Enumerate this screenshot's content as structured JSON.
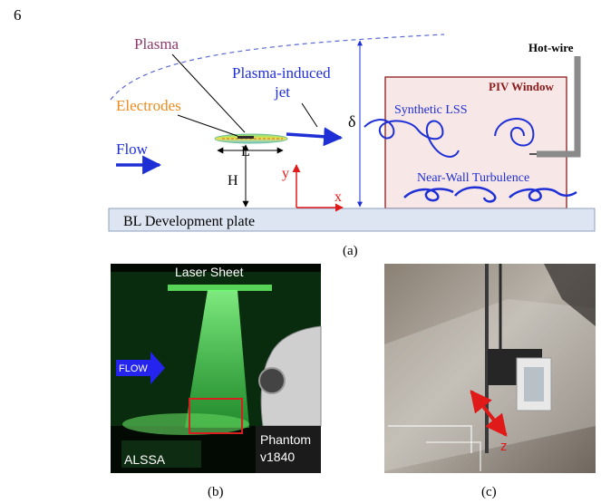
{
  "page": {
    "number": "6"
  },
  "colors": {
    "plasma_label": "#8e3a6d",
    "jet_blue": "#1f2fd6",
    "electrodes_orange": "#ee8a1e",
    "piv_red": "#8b1a1a",
    "piv_fill": "#f7e7e7",
    "axis_red": "#e01919",
    "plate_fill": "#dde5f2",
    "hotwire_gray": "#8a8a8a",
    "laser_green": "#3bd84a"
  },
  "schematic": {
    "caption": "(a)",
    "labels": {
      "plasma": "Plasma",
      "plasma_induced_jet_line1": "Plasma-induced",
      "plasma_induced_jet_line2": "jet",
      "electrodes": "Electrodes",
      "flow": "Flow",
      "L": "L",
      "H": "H",
      "y": "y",
      "x": "x",
      "delta": "δ",
      "hot_wire": "Hot-wire",
      "piv_window": "PIV Window",
      "synthetic_lss": "Synthetic LSS",
      "near_wall_turbulence": "Near-Wall Turbulence",
      "plate": "BL Development plate"
    }
  },
  "photo_b": {
    "caption": "(b)",
    "laser_sheet": "Laser Sheet",
    "flow": "FLOW",
    "alssa": "ALSSA",
    "camera_line1": "Phantom",
    "camera_line2": "v1840"
  },
  "photo_c": {
    "caption": "(c)",
    "axis_z": "z"
  }
}
